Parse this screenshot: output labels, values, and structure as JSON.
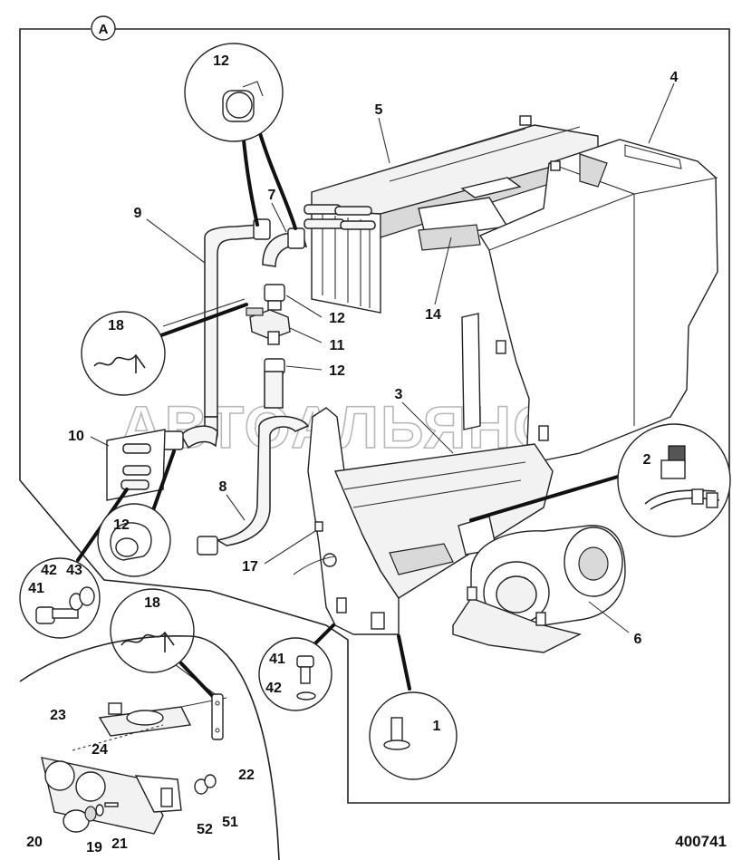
{
  "section_marker": "A",
  "drawing_number": "400741",
  "watermark": "АВТОАЛЬЯНС",
  "callouts": {
    "c1": "1",
    "c2": "2",
    "c3": "3",
    "c4": "4",
    "c5": "5",
    "c6": "6",
    "c7": "7",
    "c8": "8",
    "c9": "9",
    "c10": "10",
    "c11": "11",
    "c12a": "12",
    "c12b": "12",
    "c12c": "12",
    "c12d": "12",
    "c14": "14",
    "c17": "17",
    "c18a": "18",
    "c18b": "18",
    "c19": "19",
    "c20": "20",
    "c21": "21",
    "c22": "22",
    "c23": "23",
    "c24": "24",
    "c41a": "41",
    "c41b": "41",
    "c42a": "42",
    "c42b": "42",
    "c43": "43",
    "c51": "51",
    "c52": "52"
  }
}
